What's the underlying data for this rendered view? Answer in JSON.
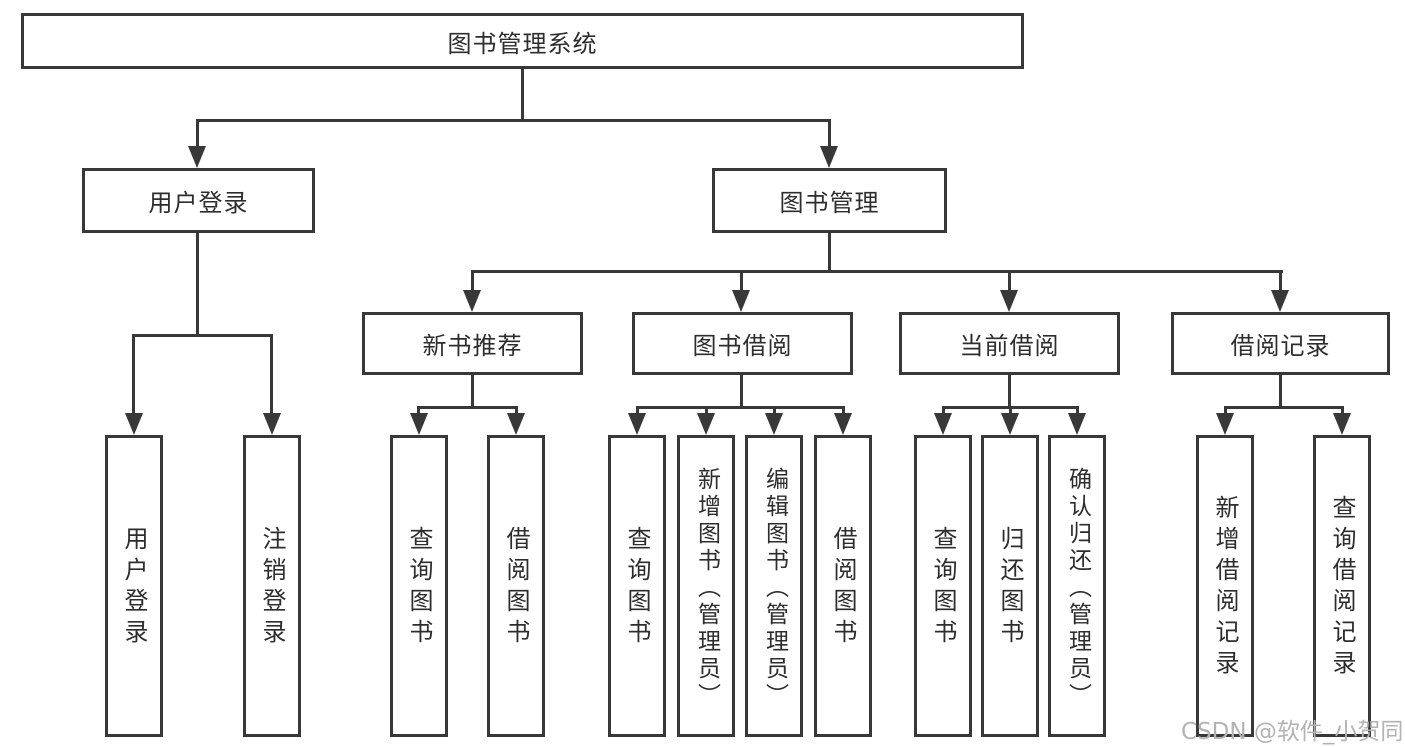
{
  "nodes": {
    "root": "图书管理系统",
    "user_login": "用户登录",
    "book_mgmt": "图书管理",
    "new_book_rec": "新书推荐",
    "book_borrowing": "图书借阅",
    "current_borrowing": "当前借阅",
    "borrowing_records": "借阅记录",
    "leaf_user_login": "用户登录",
    "leaf_logout": "注销登录",
    "leaf_nb_query_books": "查询图书",
    "leaf_nb_borrow_books": "借阅图书",
    "leaf_bb_query_books": "查询图书",
    "leaf_bb_add_books": "新增图书（管理员）",
    "leaf_bb_edit_books": "编辑图书（管理员）",
    "leaf_bb_borrow_books": "借阅图书",
    "leaf_cb_query_books": "查询图书",
    "leaf_cb_return_books": "归还图书",
    "leaf_cb_confirm_return": "确认归还（管理员）",
    "leaf_br_add_record": "新增借阅记录",
    "leaf_br_query_record": "查询借阅记录"
  },
  "watermark": "CSDN @软件_小贺同学",
  "colors": {
    "line": "#383838",
    "text": "#2d2d2d",
    "watermark": "#b3b3b3",
    "background": "#ffffff"
  }
}
